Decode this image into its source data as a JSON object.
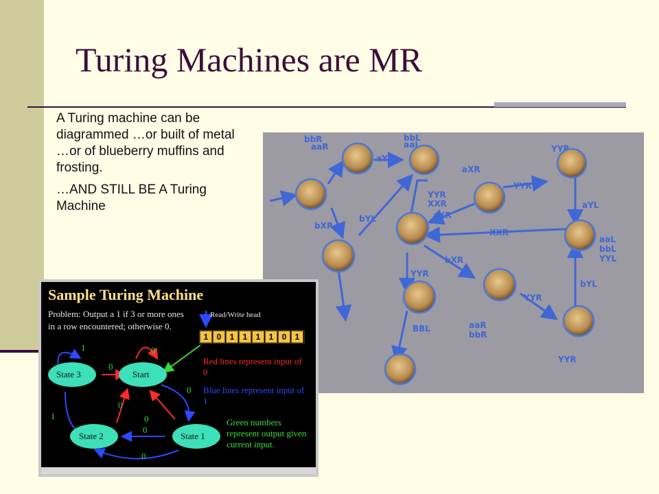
{
  "slide": {
    "title": "Turing Machines are MR",
    "paragraphs": [
      "A Turing machine can be diagrammed …or built of metal\n…or of blueberry muffins and frosting.",
      "…AND STILL BE A Turing Machine"
    ]
  },
  "muffin_photo": {
    "labels": [
      "bbR",
      "aaR",
      "bbL",
      "aaL",
      "aYL",
      "bXR",
      "bYL",
      "YYR",
      "XXR",
      "aXR",
      "aXR",
      "YYR",
      "aYL",
      "XXR",
      "bXR",
      "aaL",
      "bbL",
      "YYL",
      "YYR",
      "BBL",
      "aaR",
      "bbR",
      "YYR",
      "bYL",
      "YYR",
      "YYR"
    ]
  },
  "sample_tm": {
    "title": "Sample Turing Machine",
    "problem": "Problem: Output a 1 if 3 or more ones in a row encountered; otherwise 0.",
    "head_label": "Read/Write head",
    "tape": [
      "1",
      "0",
      "1",
      "1",
      "1",
      "1",
      "0",
      "1"
    ],
    "legend_red": "Red lines represent input of 0",
    "legend_blue": "Blue lines represent input of 1",
    "legend_green": "Green numbers represent output given current input.",
    "states": [
      "State 3",
      "Start",
      "State 2",
      "State 1"
    ],
    "edge_labels": [
      "1",
      "0",
      "0",
      "0",
      "0",
      "0",
      "0",
      "1",
      "0"
    ],
    "colors": {
      "red": "#ff2a2a",
      "blue": "#2f49ff",
      "green": "#39d639",
      "state_fill": "#3de0b8"
    }
  }
}
